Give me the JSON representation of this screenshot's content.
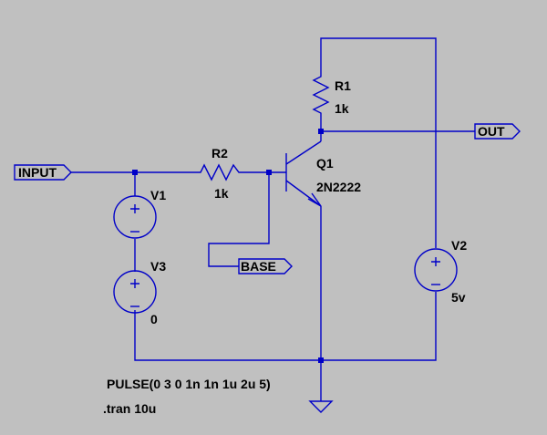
{
  "schematic": {
    "colors": {
      "background": "#c0c0c0",
      "wire": "#0000c8",
      "text": "#000000"
    },
    "labels": {
      "input": "INPUT",
      "base": "BASE",
      "out": "OUT"
    },
    "components": {
      "r1": {
        "name": "R1",
        "value": "1k"
      },
      "r2": {
        "name": "R2",
        "value": "1k"
      },
      "q1": {
        "name": "Q1",
        "value": "2N2222"
      },
      "v1": {
        "name": "V1"
      },
      "v2": {
        "name": "V2",
        "value": "5v"
      },
      "v3": {
        "name": "V3",
        "value": "0"
      }
    },
    "directives": {
      "pulse": "PULSE(0 3 0 1n 1n 1u 2u 5)",
      "tran": ".tran 10u"
    }
  }
}
